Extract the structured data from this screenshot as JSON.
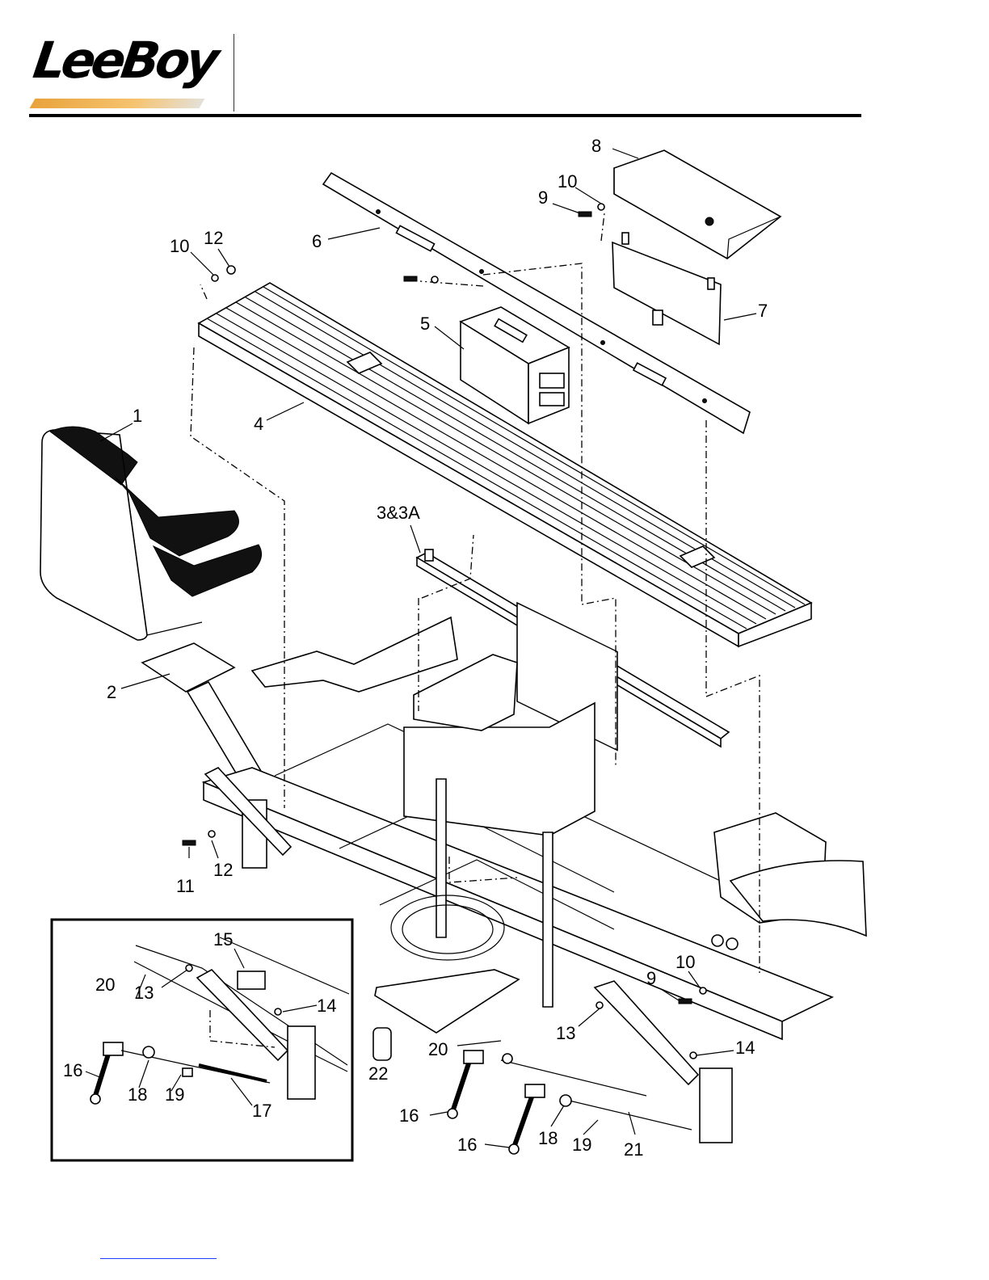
{
  "brand": {
    "logo_text": "LeeBoy",
    "bar_color": "#e8a33c",
    "rule_color": "#000000"
  },
  "callouts": {
    "c1": "1",
    "c2": "2",
    "c3": "3&3A",
    "c4": "4",
    "c5": "5",
    "c6": "6",
    "c7": "7",
    "c8": "8",
    "c9a": "9",
    "c10a": "10",
    "c10b": "10",
    "c12a": "12",
    "c11": "11",
    "c12b": "12",
    "c9b": "9",
    "c10c": "10",
    "c13": "13",
    "c14": "14",
    "c20": "20",
    "c22": "22",
    "c16a": "16",
    "c16b": "16",
    "c18": "18",
    "c19": "19",
    "c21": "21"
  },
  "inset": {
    "c15": "15",
    "c13": "13",
    "c14": "14",
    "c20": "20",
    "c16": "16",
    "c18": "18",
    "c19": "19",
    "c17": "17"
  }
}
